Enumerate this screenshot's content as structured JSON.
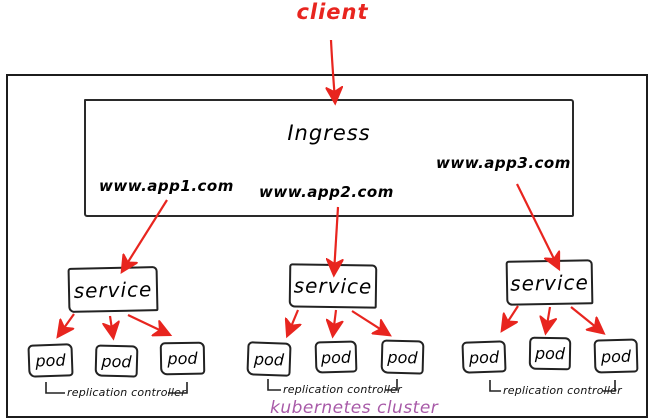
{
  "client": {
    "label": "client"
  },
  "cluster": {
    "label": "kubernetes cluster",
    "ingress": {
      "title": "Ingress",
      "hosts": [
        {
          "label": "www.app1.com"
        },
        {
          "label": "www.app2.com"
        },
        {
          "label": "www.app3.com"
        }
      ]
    },
    "groups": [
      {
        "service": "service",
        "pods": [
          "pod",
          "pod",
          "pod"
        ],
        "controller": "replication controller"
      },
      {
        "service": "service",
        "pods": [
          "pod",
          "pod",
          "pod"
        ],
        "controller": "replication controller"
      },
      {
        "service": "service",
        "pods": [
          "pod",
          "pod",
          "pod"
        ],
        "controller": "replication controller"
      }
    ]
  },
  "colors": {
    "arrow": "#e8251f",
    "purple": "#a85aa8",
    "ink": "#1c1c1c"
  }
}
